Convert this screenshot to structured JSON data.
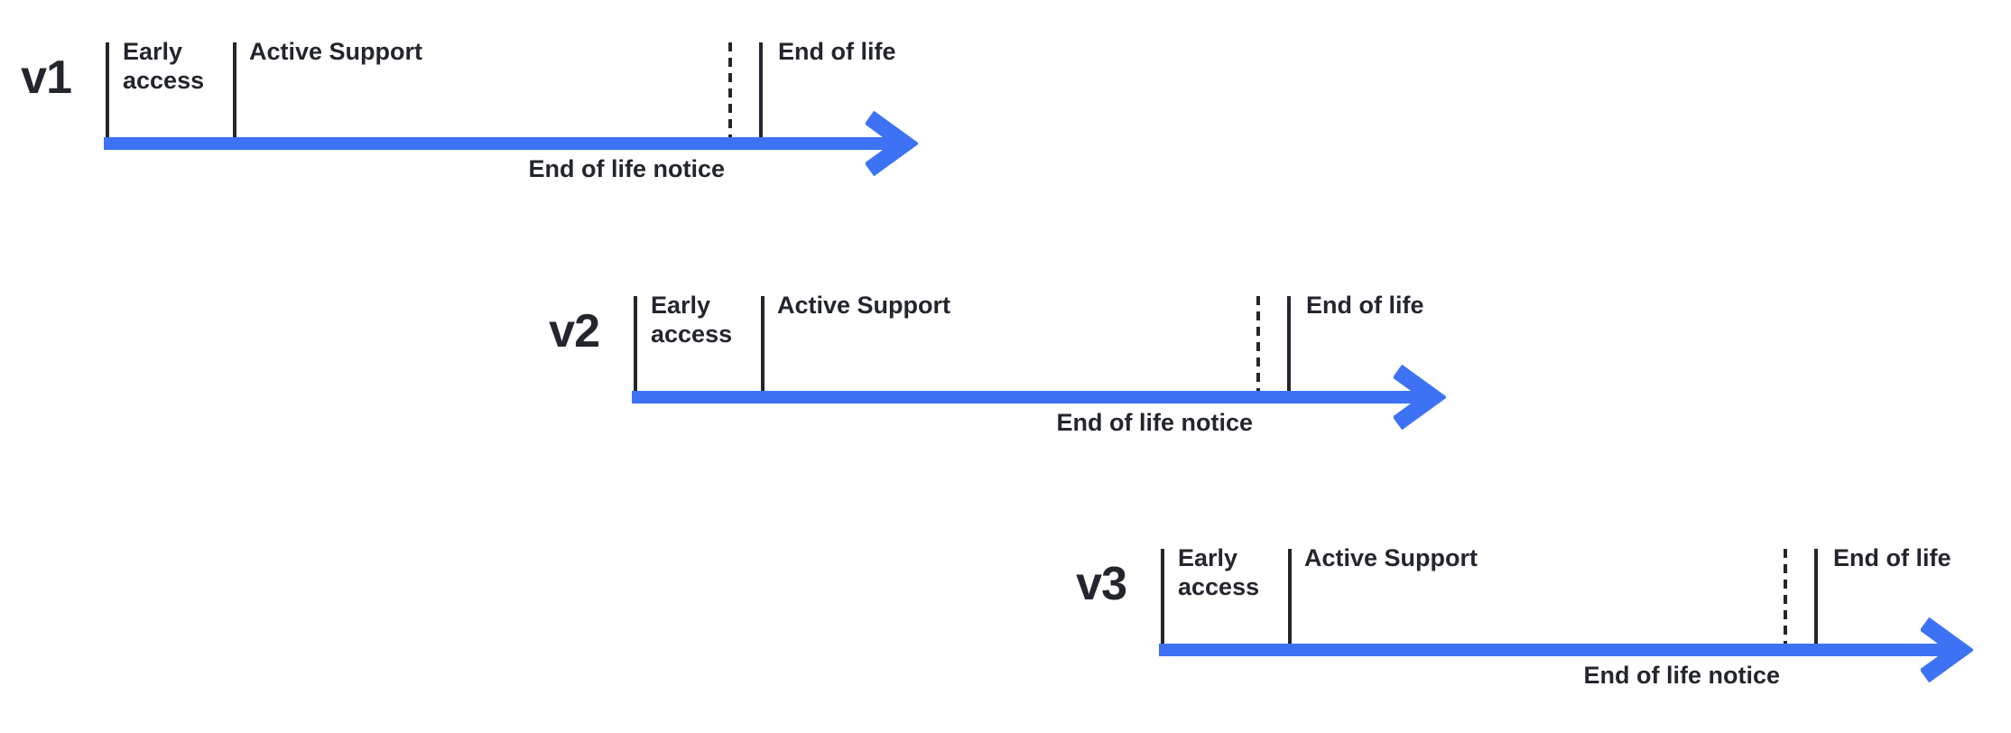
{
  "diagram": {
    "type": "version-lifecycle-timelines",
    "colors": {
      "accent_blue": "#3D72F5",
      "ink": "#23262C"
    },
    "labels": {
      "early_access_line1": "Early",
      "early_access_line2": "access",
      "active_support": "Active Support",
      "end_of_life": "End of life",
      "end_of_life_notice": "End of life notice"
    },
    "timelines": [
      {
        "version": "v1"
      },
      {
        "version": "v2"
      },
      {
        "version": "v3"
      }
    ]
  }
}
